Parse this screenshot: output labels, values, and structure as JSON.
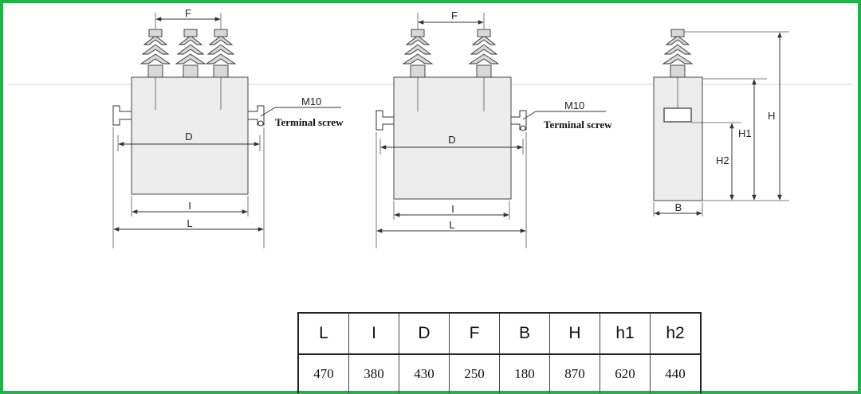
{
  "drawing": {
    "view_three_bushing": {
      "labels": {
        "f": "F",
        "d": "D",
        "i": "I",
        "l": "L",
        "m10": "M10",
        "terminal": "Terminal screw"
      }
    },
    "view_two_bushing": {
      "labels": {
        "f": "F",
        "d": "D",
        "i": "I",
        "l": "L",
        "m10": "M10",
        "terminal": "Terminal screw"
      }
    },
    "view_side": {
      "labels": {
        "h": "H",
        "h1": "H1",
        "h2": "H2",
        "b": "B"
      }
    }
  },
  "spec_table": {
    "headers": [
      "L",
      "I",
      "D",
      "F",
      "B",
      "H",
      "h1",
      "h2"
    ],
    "values": [
      "470",
      "380",
      "430",
      "250",
      "180",
      "870",
      "620",
      "440"
    ]
  }
}
